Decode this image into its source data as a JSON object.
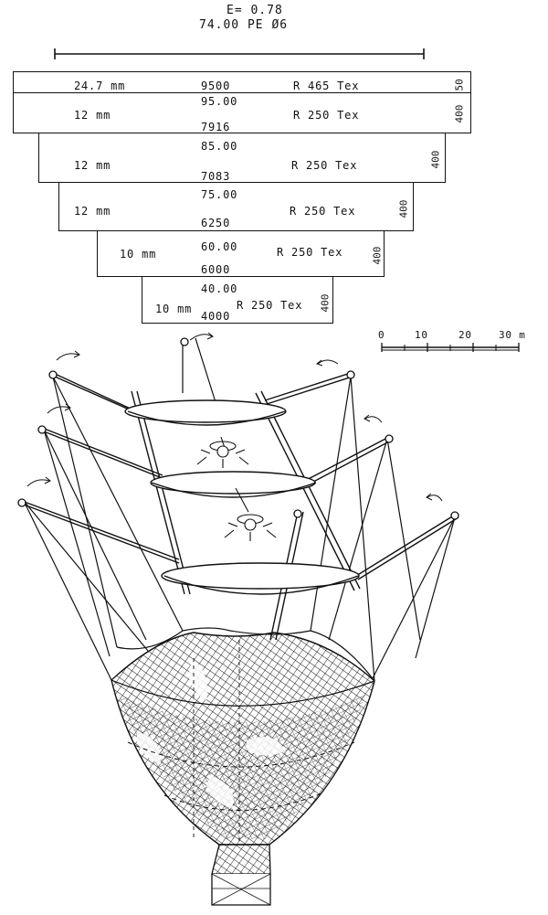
{
  "header": {
    "line1": "E= 0.78",
    "line2": "74.00  PE Ø6"
  },
  "panels": [
    {
      "mesh": "24.7 mm",
      "top": "9500",
      "bottom": "",
      "material": "R 465 Tex",
      "depth": "50"
    },
    {
      "mesh": "12 mm",
      "top": "95.00",
      "bottom": "7916",
      "material": "R 250 Tex",
      "depth": "400"
    },
    {
      "mesh": "12 mm",
      "top": "85.00",
      "bottom": "7083",
      "material": "R 250 Tex",
      "depth": "400"
    },
    {
      "mesh": "12 mm",
      "top": "75.00",
      "bottom": "6250",
      "material": "R 250 Tex",
      "depth": "400"
    },
    {
      "mesh": "10 mm",
      "top": "60.00",
      "bottom": "6000",
      "material": "R 250 Tex",
      "depth": "400"
    },
    {
      "mesh": "10 mm",
      "top": "40.00",
      "bottom": "4000",
      "material": "R 250 Tex",
      "depth": "400"
    }
  ],
  "scale": {
    "ticks": [
      "0",
      "10",
      "20",
      "30 m"
    ]
  }
}
